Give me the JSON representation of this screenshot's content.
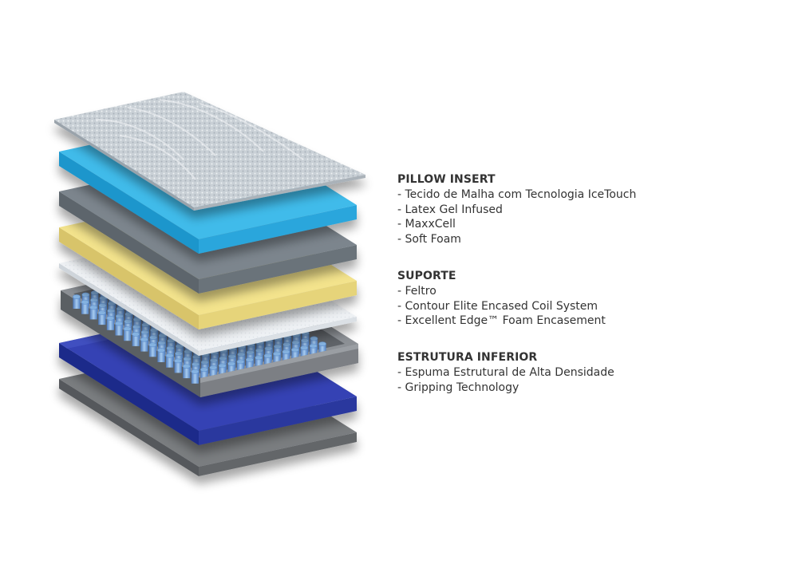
{
  "colors": {
    "fabric": "#cdd3d8",
    "latex_gel": "#41bbea",
    "maxxcell": "#7c858d",
    "soft_foam": "#f3e38c",
    "feltro": "#eceff2",
    "coils": "#86b4e3",
    "edge_foam": "#7b7f84",
    "base_foam": "#3442b4",
    "gripping": "#7a7d80",
    "text": "#333333"
  },
  "sections": [
    {
      "title": "PILLOW INSERT",
      "items": [
        "- Tecido de Malha com Tecnologia IceTouch",
        "- Latex Gel Infused",
        "- MaxxCell",
        "- Soft Foam"
      ]
    },
    {
      "title": "SUPORTE",
      "items": [
        "- Feltro",
        "- Contour Elite Encased Coil System",
        "- Excellent Edge™ Foam Encasement"
      ]
    },
    {
      "title": "ESTRUTURA INFERIOR",
      "items": [
        "- Espuma Estrutural de Alta Densidade",
        "- Gripping Technology"
      ]
    }
  ]
}
